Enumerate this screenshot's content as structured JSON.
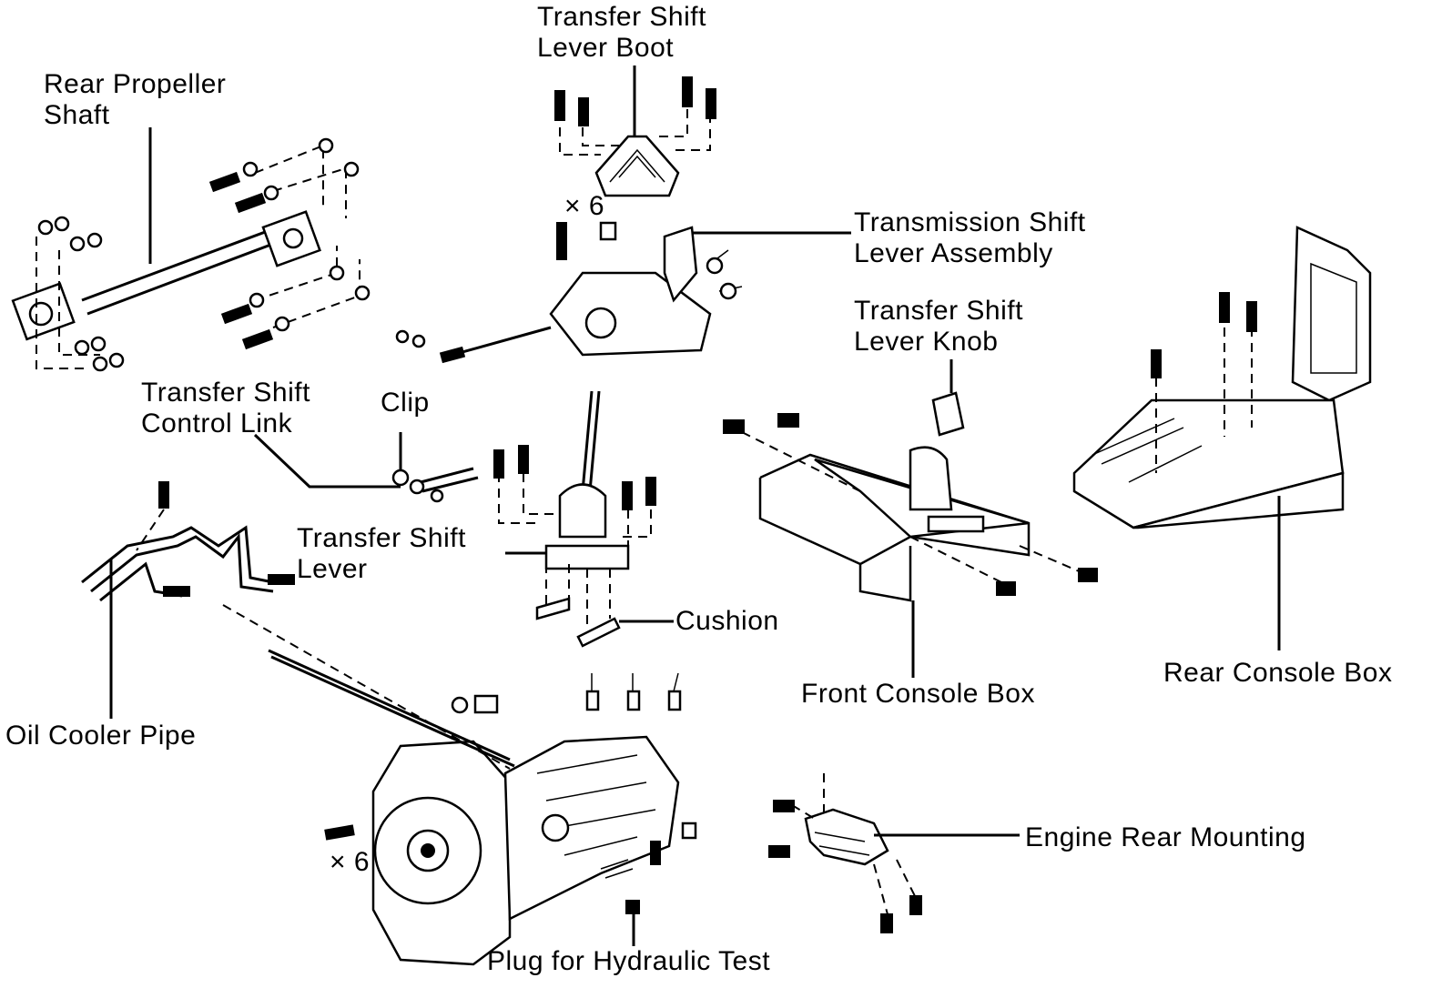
{
  "labels": {
    "rear_propeller_shaft": [
      "Rear Propeller",
      "Shaft"
    ],
    "transfer_shift_lever_boot": [
      "Transfer Shift",
      "Lever Boot"
    ],
    "transmission_shift_lever_assembly": [
      "Transmission Shift",
      "Lever Assembly"
    ],
    "transfer_shift_lever_knob": [
      "Transfer Shift",
      "Lever Knob"
    ],
    "transfer_shift_control_link": [
      "Transfer Shift",
      "Control Link"
    ],
    "clip": "Clip",
    "transfer_shift_lever": [
      "Transfer Shift",
      "Lever"
    ],
    "cushion": "Cushion",
    "rear_console_box": "Rear Console Box",
    "front_console_box": "Front Console Box",
    "oil_cooler_pipe": "Oil Cooler Pipe",
    "engine_rear_mounting": "Engine Rear Mounting",
    "plug_for_hydraulic_test": "Plug for Hydraulic Test"
  },
  "quantities": {
    "shift_lever_bolts": "× 6",
    "transmission_bolts": "× 6"
  }
}
